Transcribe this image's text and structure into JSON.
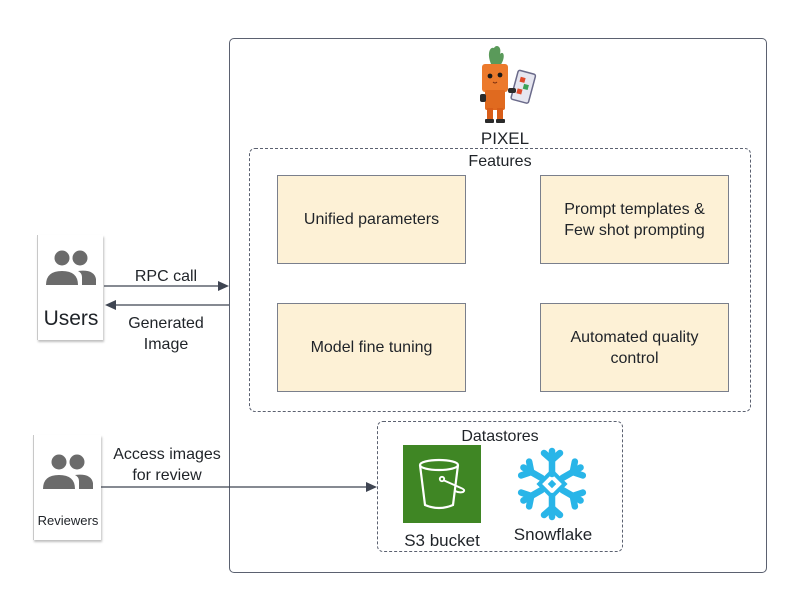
{
  "system": {
    "name": "PIXEL",
    "mascot_icon": "carrot-robot-mascot-icon"
  },
  "features": {
    "title": "Features",
    "items": [
      {
        "label": "Unified parameters"
      },
      {
        "label": "Prompt templates &\nFew shot prompting"
      },
      {
        "label": "Model fine tuning"
      },
      {
        "label": "Automated quality\ncontrol"
      }
    ]
  },
  "datastores": {
    "title": "Datastores",
    "items": [
      {
        "label": "S3 bucket",
        "icon": "s3-bucket-icon",
        "color": "#3f8624"
      },
      {
        "label": "Snowflake",
        "icon": "snowflake-icon",
        "color": "#29b5e8"
      }
    ]
  },
  "actors": {
    "users": {
      "label": "Users",
      "icon": "users-group-icon"
    },
    "reviewers": {
      "label": "Reviewers",
      "icon": "users-group-icon"
    }
  },
  "connections": {
    "rpc_call": "RPC call",
    "generated_image": "Generated\nImage",
    "access_review": "Access images\nfor review"
  },
  "colors": {
    "feature_fill": "#fdf1d6",
    "line": "#3f4552",
    "icon_gray": "#6b6b6b"
  }
}
